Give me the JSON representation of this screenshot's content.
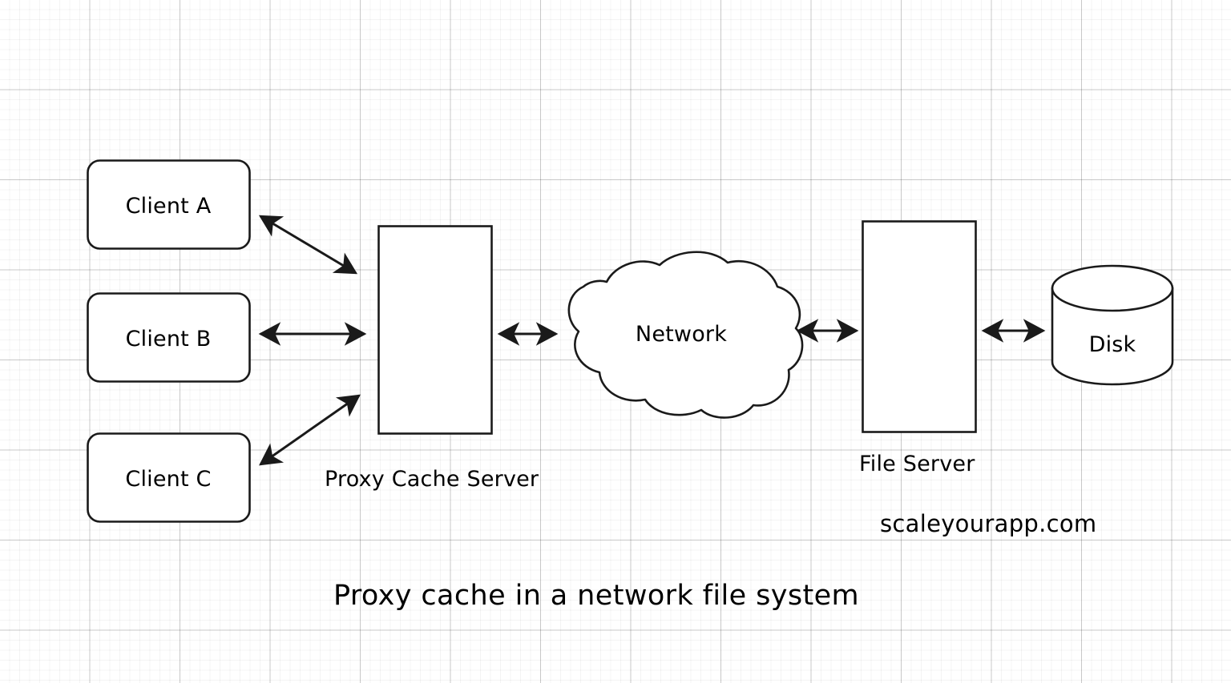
{
  "diagram": {
    "caption": "Proxy cache in a network file system",
    "watermark": "scaleyourapp.com",
    "stroke_color": "#1a1a1a",
    "fill_color": "#ffffff",
    "grid_color": "#e0e0e0",
    "nodes": [
      {
        "id": "client-a",
        "label": "Client A",
        "shape": "rounded-rectangle"
      },
      {
        "id": "client-b",
        "label": "Client B",
        "shape": "rounded-rectangle"
      },
      {
        "id": "client-c",
        "label": "Client C",
        "shape": "rounded-rectangle"
      },
      {
        "id": "proxy",
        "label": "Proxy Cache Server",
        "shape": "rectangle"
      },
      {
        "id": "network",
        "label": "Network",
        "shape": "cloud"
      },
      {
        "id": "fileserver",
        "label": "File Server",
        "shape": "rectangle"
      },
      {
        "id": "disk",
        "label": "Disk",
        "shape": "cylinder"
      }
    ],
    "edges": [
      {
        "id": "edge-a-proxy",
        "from": "client-a",
        "to": "proxy",
        "arrows": "both"
      },
      {
        "id": "edge-b-proxy",
        "from": "client-b",
        "to": "proxy",
        "arrows": "both"
      },
      {
        "id": "edge-c-proxy",
        "from": "client-c",
        "to": "proxy",
        "arrows": "both"
      },
      {
        "id": "edge-proxy-network",
        "from": "proxy",
        "to": "network",
        "arrows": "both"
      },
      {
        "id": "edge-network-fs",
        "from": "network",
        "to": "fileserver",
        "arrows": "both"
      },
      {
        "id": "edge-fs-disk",
        "from": "fileserver",
        "to": "disk",
        "arrows": "both"
      }
    ]
  }
}
